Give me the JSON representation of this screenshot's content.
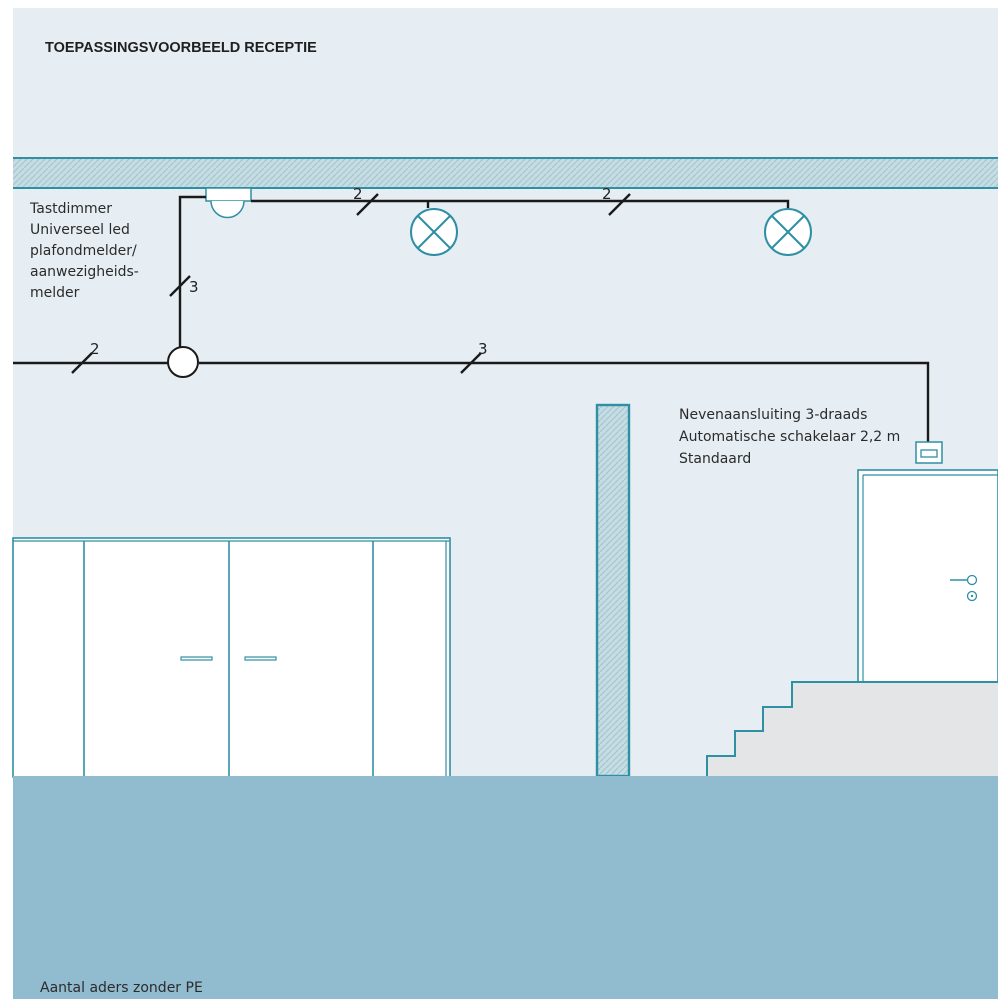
{
  "title": "TOEPASSINGSVOORBEELD RECEPTIE",
  "labels": {
    "dimmer_lines": [
      "Tastdimmer",
      "Universeel led",
      "plafondmelder/",
      "aanwezigheids-",
      "melder"
    ],
    "switch_lines": [
      "Nevenaansluiting 3-draads",
      "Automatische schakelaar 2,2 m",
      "Standaard"
    ],
    "footer": "Aantal aders zonder PE"
  },
  "wire_counts": {
    "ceiling_left": "2",
    "ceiling_right": "2",
    "riser": "3",
    "mains_left": "2",
    "mains_right": "3"
  },
  "colors": {
    "wall": "#e6eef4",
    "ceiling_band": "#c3dbe3",
    "ceiling_edge": "#2f8fa3",
    "floor": "#91bbcf",
    "wire": "#1a1a1a",
    "fixture": "#2f8fa3",
    "stairs": "#e3e5e6"
  },
  "icons": {
    "lamp": "lamp-cross-icon",
    "detector": "ceiling-detector-icon",
    "junction": "junction-box-icon",
    "switch": "wall-switch-icon",
    "handle": "door-handle-icon"
  }
}
